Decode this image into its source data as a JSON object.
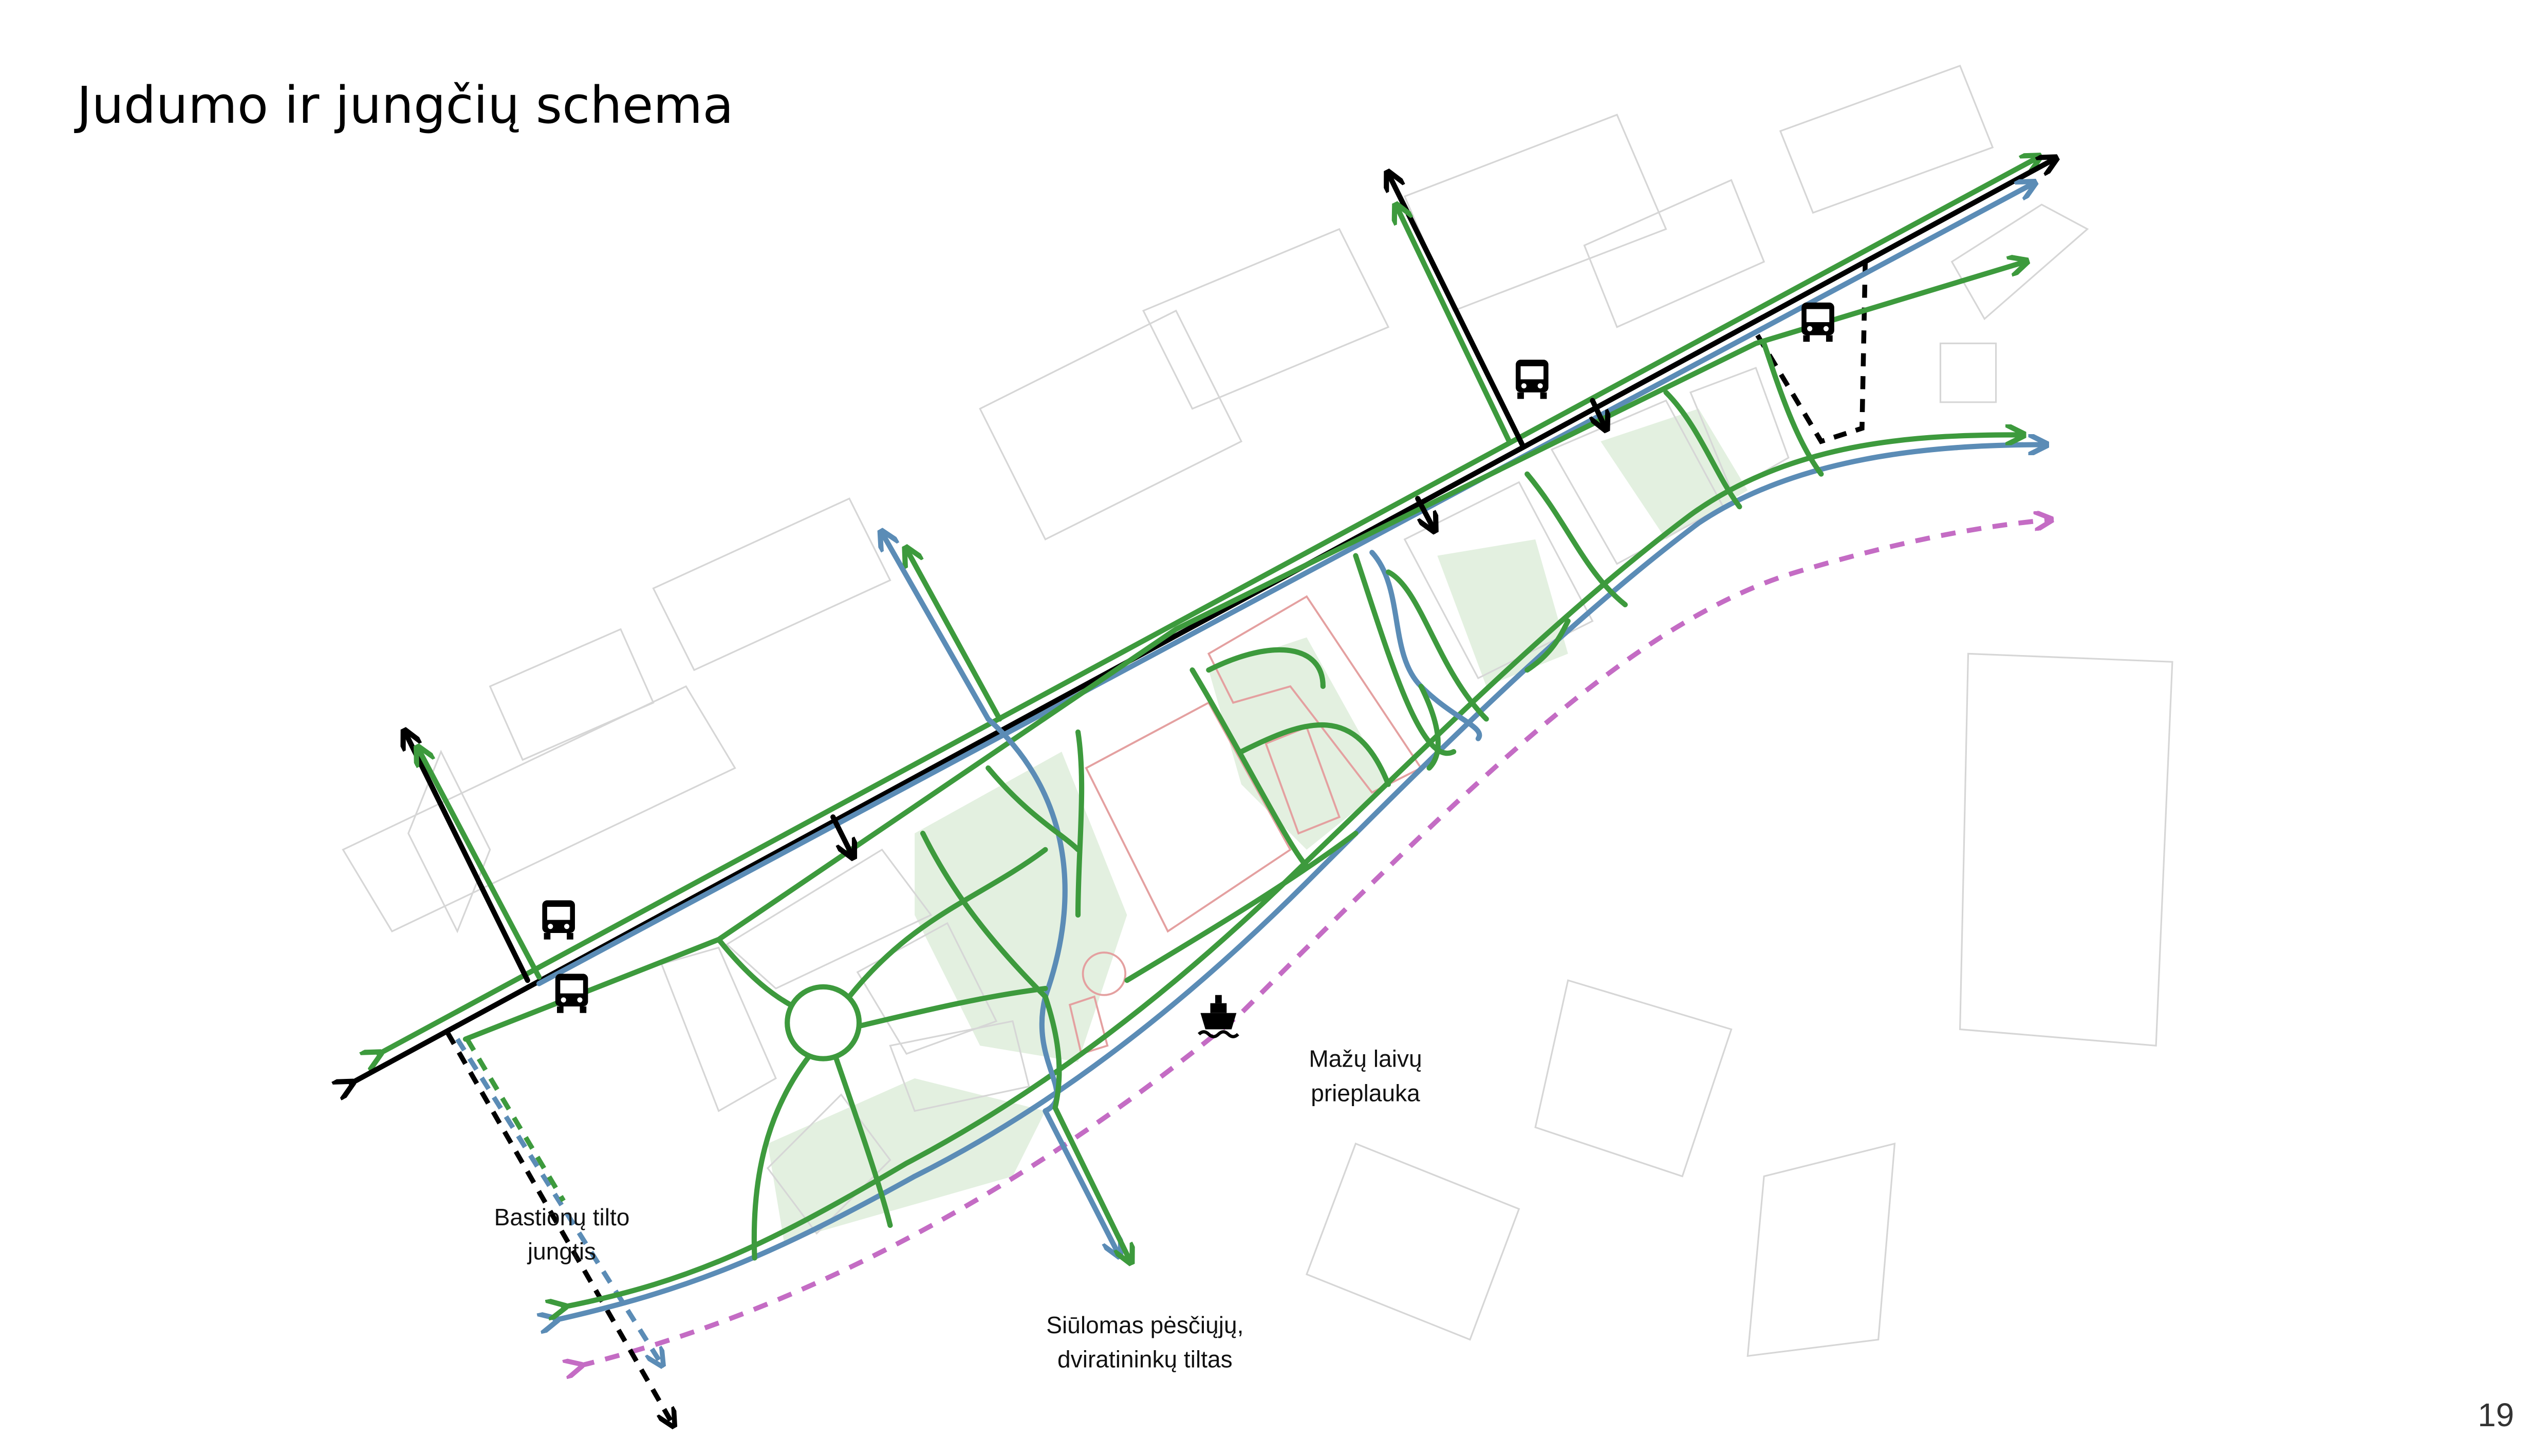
{
  "title": "Judumo ir jungčių schema",
  "page_number": "19",
  "labels": {
    "pier_line1": "Mažų laivų",
    "pier_line2": "prieplauka",
    "bastion_line1": "Bastionų tilto",
    "bastion_line2": "jungtis",
    "bridge_line1": "Siūlomas pėsčiųjų,",
    "bridge_line2": "dviratininkų tiltas"
  },
  "icons": [
    "bus-icon",
    "bus-icon",
    "bus-icon",
    "bus-icon",
    "ship-icon"
  ],
  "colors": {
    "pedestrian": "#3d9a3d",
    "cycling": "#5b8cb6",
    "vehicle": "#000000",
    "proposed_bridge": "#c46cc4",
    "historic_building": "#e4a0a0"
  }
}
